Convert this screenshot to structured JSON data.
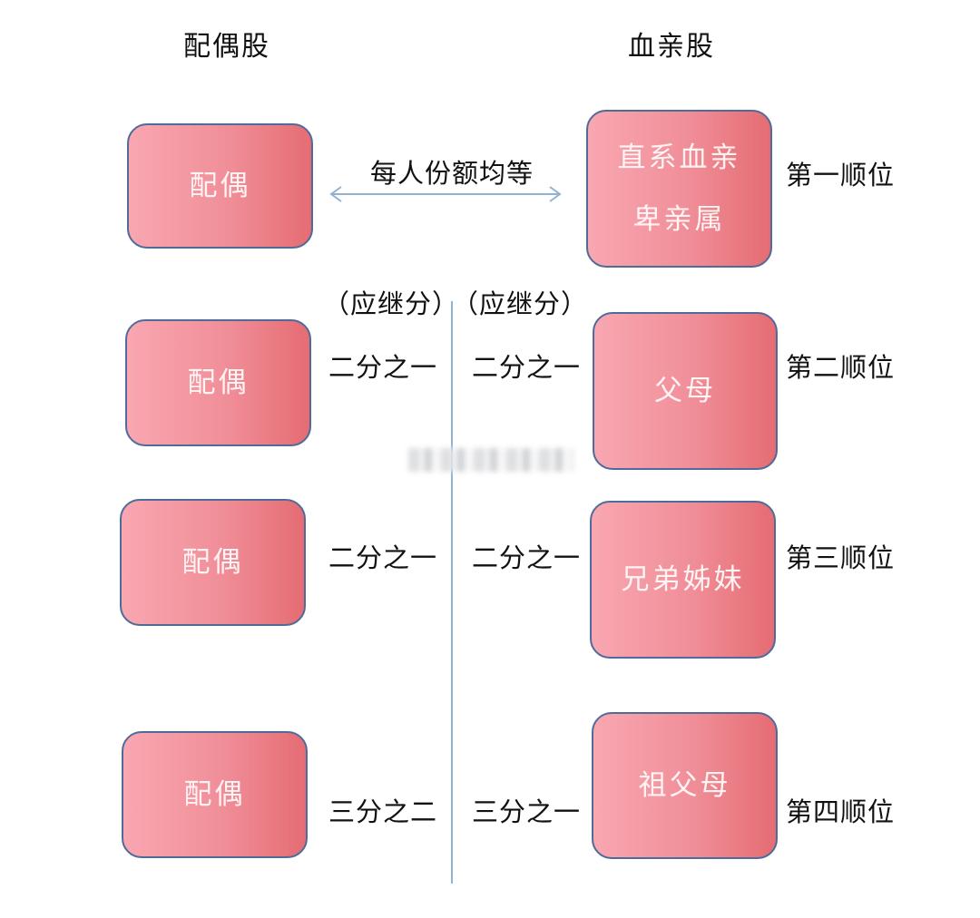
{
  "headers": {
    "spouse": "配偶股",
    "blood": "血亲股"
  },
  "row1": {
    "spouse": "配偶",
    "relation": "每人份额均等",
    "blood_line1": "直系血亲",
    "blood_line2": "卑亲属",
    "rank": "第一顺位"
  },
  "labels": {
    "left_share": "（应继分）",
    "right_share": "（应继分）"
  },
  "row2": {
    "spouse": "配偶",
    "spouse_share": "二分之一",
    "blood_share": "二分之一",
    "blood": "父母",
    "rank": "第二顺位"
  },
  "row3": {
    "spouse": "配偶",
    "spouse_share": "二分之一",
    "blood_share": "二分之一",
    "blood": "兄弟姊妹",
    "rank": "第三顺位"
  },
  "row4": {
    "spouse": "配偶",
    "spouse_share": "三分之二",
    "blood_share": "三分之一",
    "blood": "祖父母",
    "rank": "第四顺位"
  },
  "colors": {
    "box_border": "#4f6b99",
    "box_fill_light": "#f9a7b1",
    "box_fill_dark": "#e56c73",
    "line": "#8fb3d1"
  }
}
